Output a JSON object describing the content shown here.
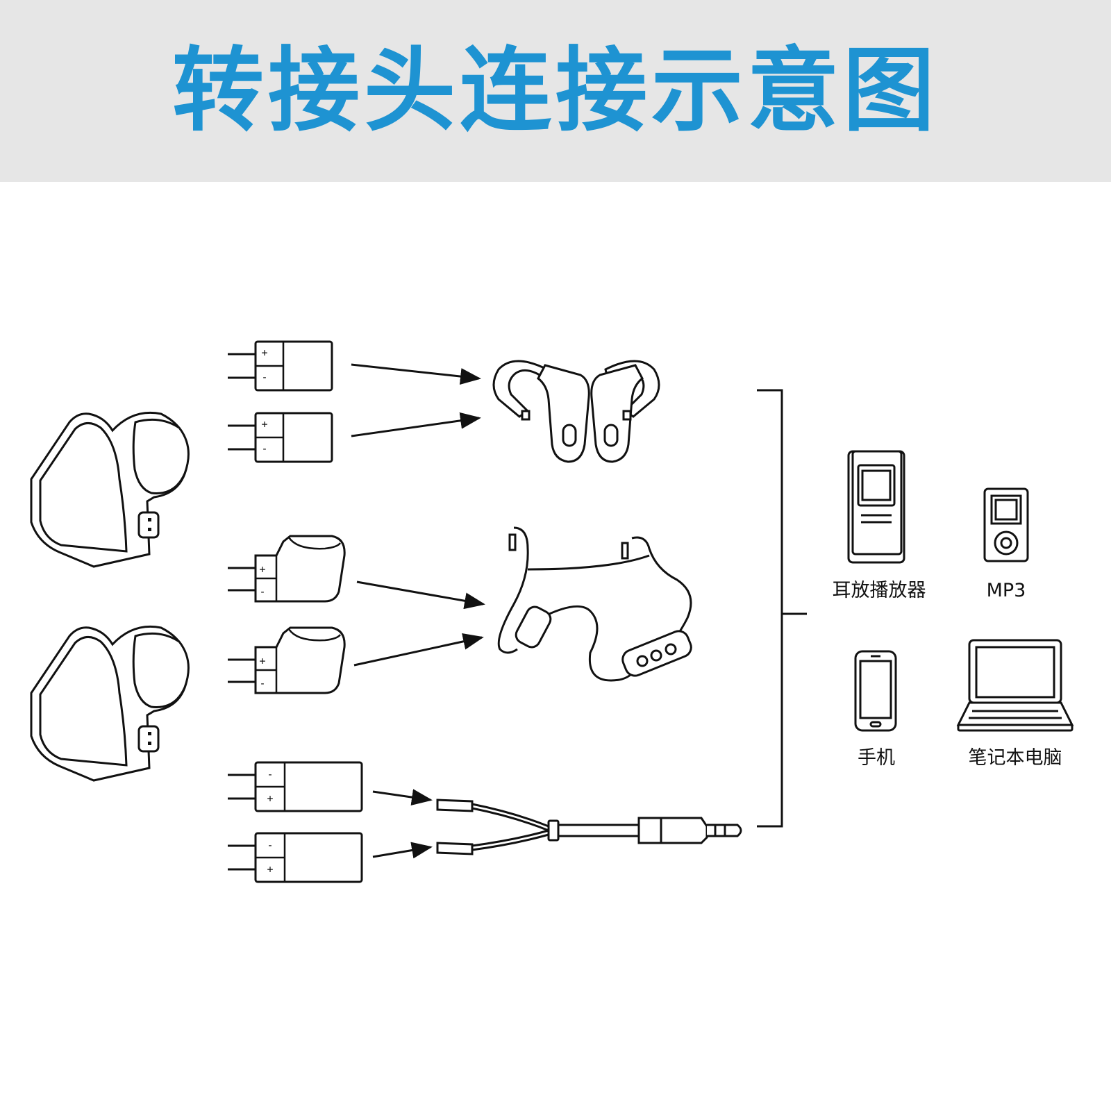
{
  "header": {
    "title": "转接头连接示意图"
  },
  "colors": {
    "title": "#1e93d2",
    "header_bg": "#e6e6e6",
    "ink": "#111111"
  },
  "connectors": {
    "plus": "+",
    "minus": "-"
  },
  "devices": [
    {
      "id": "dap",
      "label": "耳放播放器",
      "icon": "portable-player-icon"
    },
    {
      "id": "mp3",
      "label": "MP3",
      "icon": "mp3-player-icon"
    },
    {
      "id": "phone",
      "label": "手机",
      "icon": "smartphone-icon"
    },
    {
      "id": "laptop",
      "label": "笔记本电脑",
      "icon": "laptop-icon"
    }
  ]
}
